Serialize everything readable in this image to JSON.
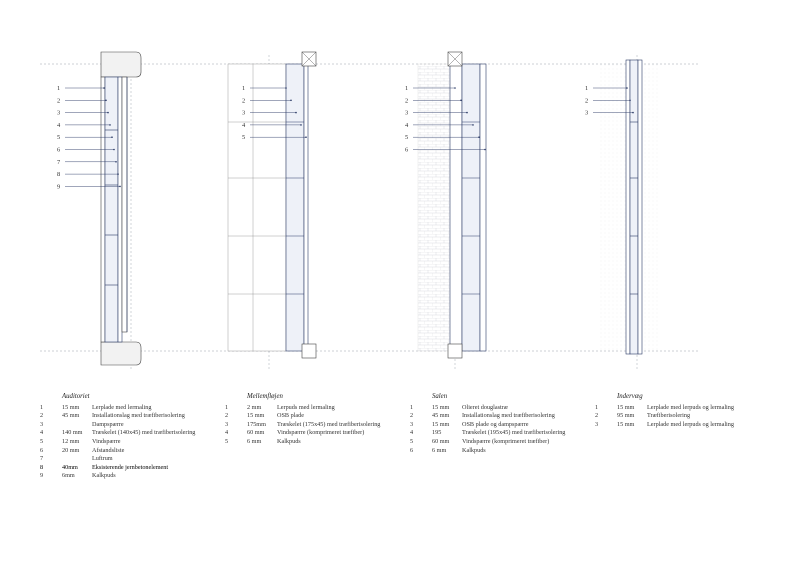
{
  "sections": [
    {
      "title": "Auditoriet",
      "callouts": [
        "1",
        "2",
        "3",
        "4",
        "5",
        "6",
        "7",
        "8",
        "9"
      ],
      "rows": [
        {
          "num": "1",
          "thickness": "15 mm",
          "desc": "Lerplade med lermaling"
        },
        {
          "num": "2",
          "thickness": "45 mm",
          "desc": "Installationslag med træfiberisolering"
        },
        {
          "num": "3",
          "thickness": "",
          "desc": "Dampspærre"
        },
        {
          "num": "4",
          "thickness": "140 mm",
          "desc": "Træskelet (140x45) med træfiberisolering"
        },
        {
          "num": "5",
          "thickness": "12 mm",
          "desc": "Vindspærre"
        },
        {
          "num": "6",
          "thickness": "20 mm",
          "desc": "Afstandsliste"
        },
        {
          "num": "7",
          "thickness": "",
          "desc": "Luftrum"
        },
        {
          "num": "8",
          "thickness": "40mm",
          "desc": "Eksisterende jernbetonelement"
        },
        {
          "num": "9",
          "thickness": "6mm",
          "desc": "Kalkpuds"
        }
      ]
    },
    {
      "title": "Mellemfløjen",
      "callouts": [
        "1",
        "2",
        "3",
        "4",
        "5"
      ],
      "rows": [
        {
          "num": "1",
          "thickness": "2 mm",
          "desc": "Lerpuds med lermaling"
        },
        {
          "num": "2",
          "thickness": "15 mm",
          "desc": "OSB plade"
        },
        {
          "num": "3",
          "thickness": "175mm",
          "desc": "Træskelet (175x45) med træfiberisolering"
        },
        {
          "num": "4",
          "thickness": "60 mm",
          "desc": "Vindspærre (komprimeret træfiber)"
        },
        {
          "num": "5",
          "thickness": "6 mm",
          "desc": "Kalkpuds"
        }
      ]
    },
    {
      "title": "Salen",
      "callouts": [
        "1",
        "2",
        "3",
        "4",
        "5",
        "6"
      ],
      "rows": [
        {
          "num": "1",
          "thickness": "15 mm",
          "desc": "Olieret douglastræ"
        },
        {
          "num": "2",
          "thickness": "45 mm",
          "desc": "Installationslag med træfiberisolering"
        },
        {
          "num": "3",
          "thickness": "15 mm",
          "desc": "OSB plade og dampspærre"
        },
        {
          "num": "4",
          "thickness": "195",
          "desc": "Træskelet (195x45) med træfiberisolering"
        },
        {
          "num": "5",
          "thickness": "60 mm",
          "desc": "Vindspærre (komprimeret træfiber)"
        },
        {
          "num": "6",
          "thickness": "6 mm",
          "desc": "Kalkpuds"
        }
      ]
    },
    {
      "title": "Indervæg",
      "callouts": [
        "1",
        "2",
        "3"
      ],
      "rows": [
        {
          "num": "1",
          "thickness": "15 mm",
          "desc": "Lerplade med lerpuds og lermaling"
        },
        {
          "num": "2",
          "thickness": "95 mm",
          "desc": "Træfiberisolering"
        },
        {
          "num": "3",
          "thickness": "15 mm",
          "desc": "Lerplade med lerpuds og lermaling"
        }
      ]
    }
  ],
  "colors": {
    "line": "#2b3a66",
    "insulation": "#eef1f8",
    "concrete": "#f2f2f2",
    "guide": "#9aa0aa",
    "ink": "#333333"
  }
}
